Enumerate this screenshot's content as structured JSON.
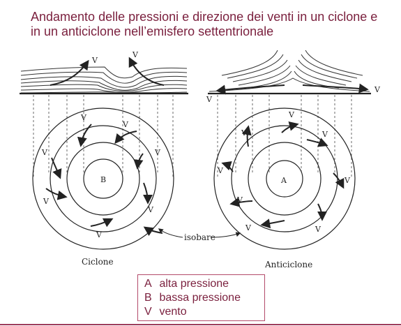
{
  "title": {
    "line1": "Andamento delle pressioni e direzione dei venti in un ciclone e",
    "line2": "in un anticiclone nell’emisfero settentrionale"
  },
  "diagram": {
    "wind_mark": "V",
    "cyclone_center": "B",
    "anticyclone_center": "A",
    "isobar_label": "isobare",
    "cyclone_caption": "Ciclone",
    "anticyclone_caption": "Anticiclone"
  },
  "legend": [
    {
      "key": "A",
      "text": "alta pressione"
    },
    {
      "key": "B",
      "text": "bassa pressione"
    },
    {
      "key": "V",
      "text": "vento"
    }
  ],
  "colors": {
    "title": "#7a1f3d",
    "legend_border": "#b34a6a",
    "drawing": "#222222"
  }
}
